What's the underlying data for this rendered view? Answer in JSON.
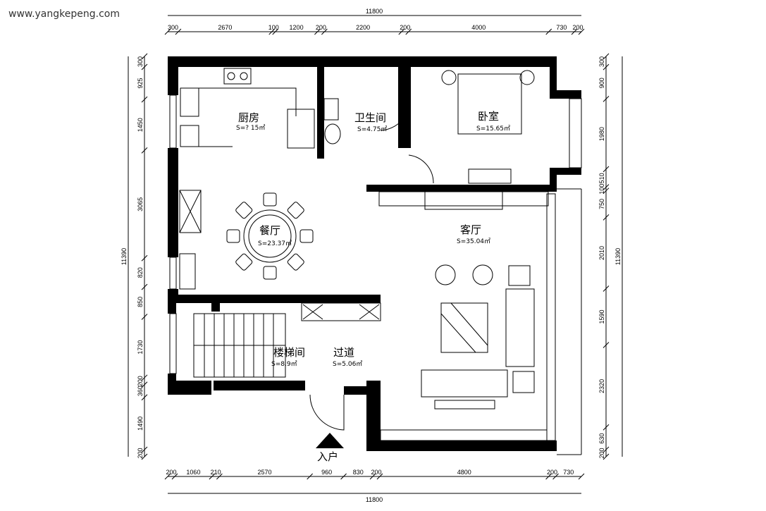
{
  "watermark": "www.yangkepeng.com",
  "dimensions": {
    "top_total": "11800",
    "top": [
      "300",
      "2670",
      "100",
      "1200",
      "200",
      "2200",
      "200",
      "4000",
      "730",
      "200"
    ],
    "bottom_total": "11800",
    "bottom": [
      "200",
      "1060",
      "210",
      "2570",
      "960",
      "830",
      "200",
      "4800",
      "200",
      "730"
    ],
    "left_total": "11390",
    "left": [
      "300",
      "925",
      "1450",
      "3065",
      "820",
      "850",
      "1730",
      "200",
      "360",
      "1490",
      "200"
    ],
    "right_total": "11390",
    "right": [
      "300",
      "900",
      "1980",
      "510",
      "100",
      "750",
      "2010",
      "1590",
      "2320",
      "630",
      "200"
    ]
  },
  "rooms": {
    "kitchen": {
      "name": "厨房",
      "area": "S=? 15㎡"
    },
    "bathroom": {
      "name": "卫生间",
      "area": "S=4.75㎡"
    },
    "bedroom": {
      "name": "卧室",
      "area": "S=15.65㎡"
    },
    "dining": {
      "name": "餐厅",
      "area": "S=23.37㎡"
    },
    "living": {
      "name": "客厅",
      "area": "S=35.04㎡"
    },
    "stairs": {
      "name": "楼梯间",
      "area": "S=8.9㎡"
    },
    "hallway": {
      "name": "过道",
      "area": "S=5.06㎡"
    }
  },
  "entrance": "入户"
}
